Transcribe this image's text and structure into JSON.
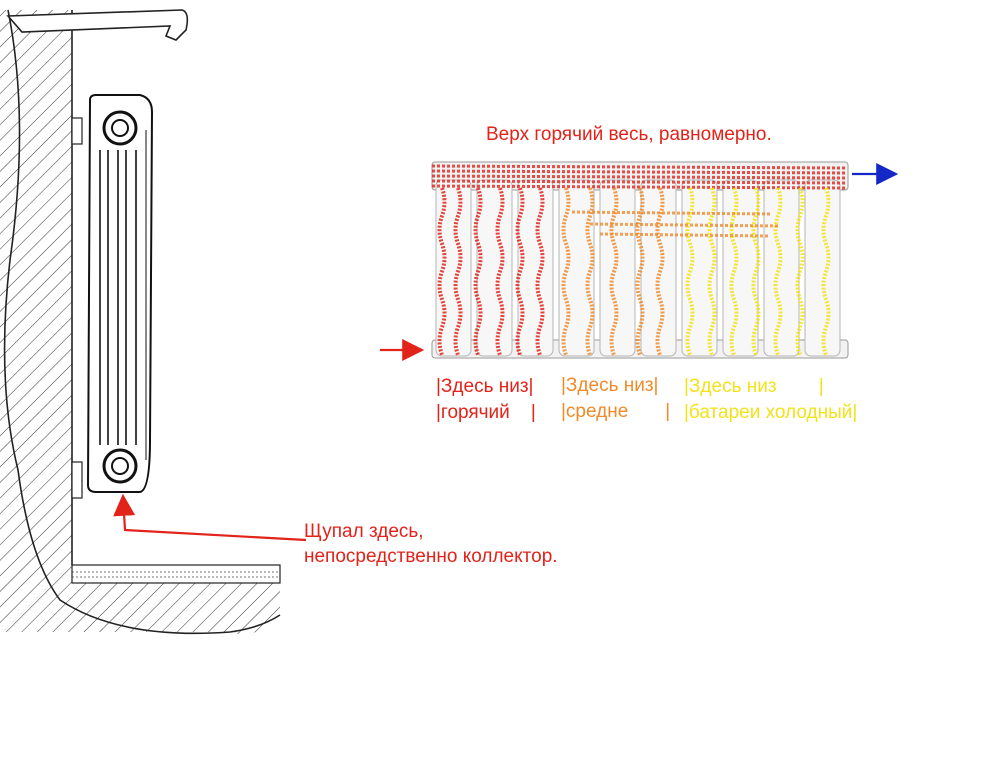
{
  "colors": {
    "hot": "#e2231a",
    "medium": "#f08a2a",
    "cold": "#f2e21a",
    "outlet_arrow": "#1428c8",
    "line": "#222222"
  },
  "labels": {
    "top_note": "Верх горячий весь, равномерно.",
    "hot_line1": "|Здесь низ|",
    "hot_line2": "|горячий    |",
    "medium_line1": "|Здесь низ|",
    "medium_line2": "|средне       |",
    "cold_line1": "|Здесь низ        |",
    "cold_line2": "|батареи холодный|",
    "probe_line1": "Щупал здесь,",
    "probe_line2": "непосредственно коллектор."
  },
  "icons": {
    "inlet_arrow": "arrow-right-icon",
    "outlet_arrow": "arrow-right-icon",
    "probe_arrow": "arrow-up-icon"
  }
}
